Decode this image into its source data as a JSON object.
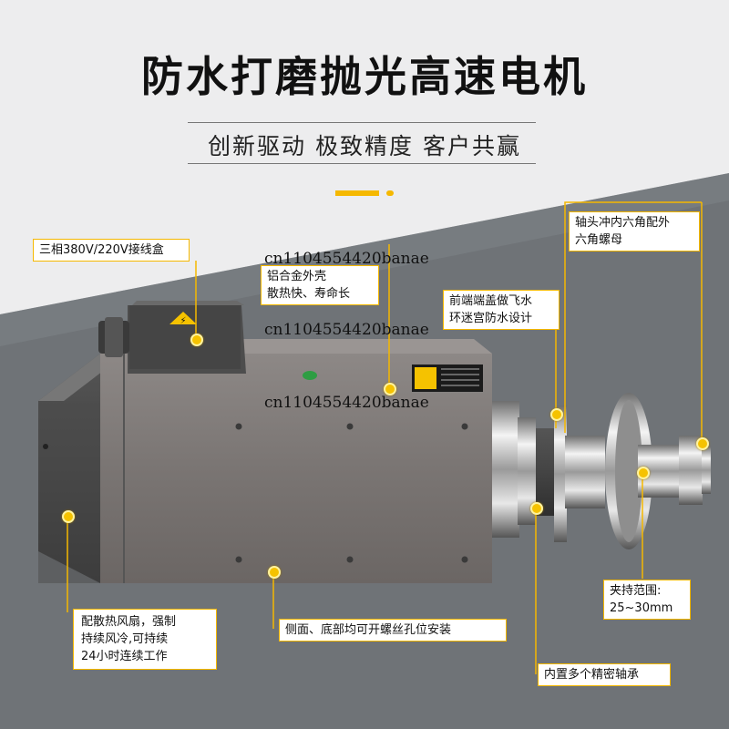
{
  "header": {
    "title": "防水打磨抛光高速电机",
    "subtitle": "创新驱动  极致精度  客户共赢"
  },
  "labels": {
    "junction_box": "三相380V/220V接线盒",
    "housing": [
      "铝合金外壳",
      "散热快、寿命长"
    ],
    "front_cover": [
      "前端端盖做飞水",
      "环迷宫防水设计"
    ],
    "shaft_nut": [
      "轴头冲内六角配外",
      "六角螺母"
    ],
    "clamp_range": [
      "夹持范围:",
      "25~30mm"
    ],
    "fan": [
      "配散热风扇，强制",
      "持续风冷,可持续",
      "24小时连续工作"
    ],
    "mounting": "侧面、底部均可开螺丝孔位安装",
    "bearings": "内置多个精密轴承"
  },
  "watermark": "cn1104554420banae",
  "colors": {
    "accent": "#f5b800",
    "title": "#111111",
    "motor_body": "#7a7575"
  }
}
